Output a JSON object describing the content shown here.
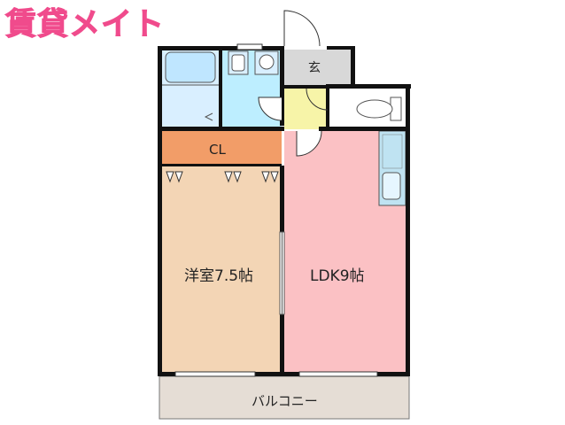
{
  "brand": {
    "logo_text": "賃貸メイト",
    "logo_color": "#f04b8c"
  },
  "floorplan": {
    "rooms": {
      "entrance": "玄",
      "closet": "CL",
      "western_room": "洋室7.5帖",
      "ldk": "LDK9帖",
      "balcony": "バルコニー"
    },
    "colors": {
      "wall": "#111111",
      "western_room": "#f3d5b5",
      "ldk": "#fbc1c4",
      "closet": "#f29d68",
      "bath": "#d9efff",
      "toilet_area": "#bdeeff",
      "entrance": "#d8d8d8",
      "hall": "#f7f4a8",
      "balcony": "#e5ddd5"
    }
  }
}
